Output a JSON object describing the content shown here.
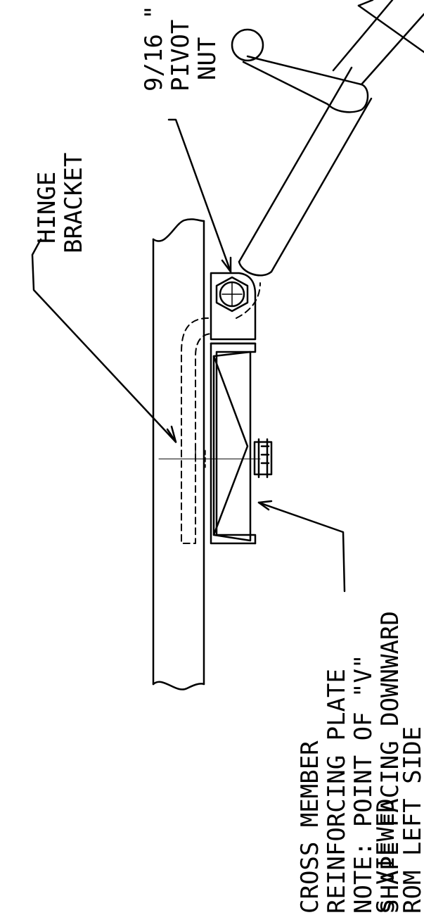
{
  "labels": {
    "pivot_nut": [
      "9/16 \"",
      "PIVOT",
      "NUT"
    ],
    "hinge_bracket": [
      "HINGE",
      "BRACKET"
    ],
    "reinforcing_plate": [
      "CROSS MEMBER",
      "REINFORCING PLATE",
      "NOTE: POINT OF \"V\"",
      "SHAPE FACING DOWNWARD"
    ],
    "view_note": [
      "S VIEWED",
      "ROM LEFT SIDE"
    ]
  }
}
